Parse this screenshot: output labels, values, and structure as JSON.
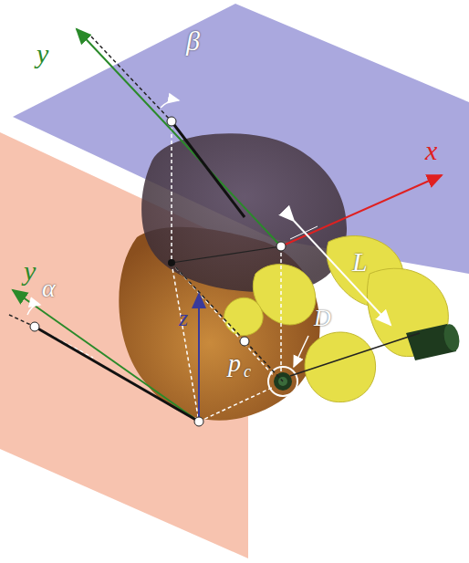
{
  "diagram": {
    "labels": [
      "β",
      "y",
      "x",
      "L",
      "y",
      "α",
      "z",
      "D",
      "p",
      "c"
    ]
  }
}
